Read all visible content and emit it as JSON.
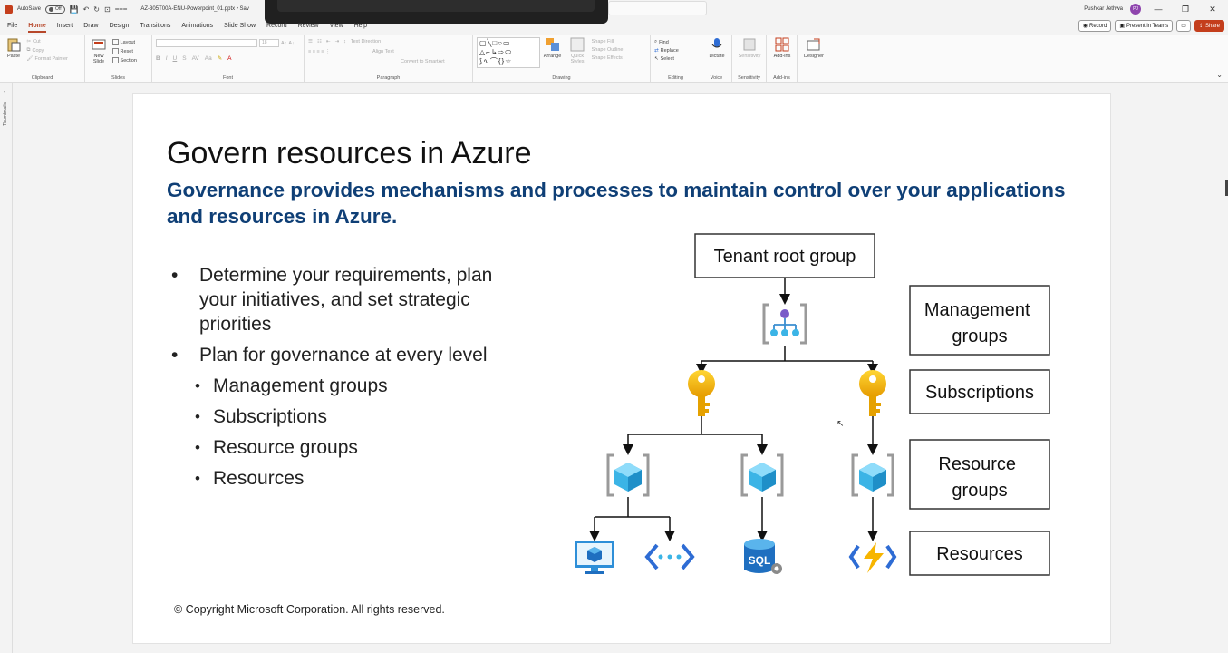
{
  "titlebar": {
    "autosave_label": "AutoSave",
    "autosave_state": "Off",
    "filename": "AZ-305T00A-ENU-Powerpoint_01.pptx • Sav",
    "user_name": "Pushkar Jethwa",
    "user_initials": "PJ"
  },
  "menu": {
    "tabs": [
      {
        "label": "File"
      },
      {
        "label": "Home"
      },
      {
        "label": "Insert"
      },
      {
        "label": "Draw"
      },
      {
        "label": "Design"
      },
      {
        "label": "Transitions"
      },
      {
        "label": "Animations"
      },
      {
        "label": "Slide Show"
      },
      {
        "label": "Record"
      },
      {
        "label": "Review"
      },
      {
        "label": "View"
      },
      {
        "label": "Help"
      }
    ],
    "active_tab": "Home",
    "record_label": "Record",
    "present_label": "Present in Teams",
    "share_label": "Share"
  },
  "ribbon": {
    "clipboard": {
      "label": "Clipboard",
      "paste": "Paste",
      "cut": "Cut",
      "copy": "Copy",
      "format_painter": "Format Painter"
    },
    "slides": {
      "label": "Slides",
      "new_slide": "New Slide",
      "layout": "Layout",
      "reset": "Reset",
      "section": "Section"
    },
    "font": {
      "label": "Font",
      "size": "18"
    },
    "paragraph": {
      "label": "Paragraph",
      "text_direction": "Text Direction",
      "align_text": "Align Text",
      "convert": "Convert to SmartArt"
    },
    "drawing": {
      "label": "Drawing",
      "arrange": "Arrange",
      "quick_styles": "Quick Styles",
      "shape_fill": "Shape Fill",
      "shape_outline": "Shape Outline",
      "shape_effects": "Shape Effects"
    },
    "editing": {
      "label": "Editing",
      "find": "Find",
      "replace": "Replace",
      "select": "Select"
    },
    "voice": {
      "label": "Voice",
      "dictate": "Dictate"
    },
    "sensitivity": {
      "label": "Sensitivity",
      "button": "Sensitivity"
    },
    "addins": {
      "label": "Add-ins",
      "button": "Add-ins"
    },
    "designer": {
      "button": "Designer"
    }
  },
  "thumbnails_label": "Thumbnails",
  "slide": {
    "title": "Govern resources in Azure",
    "subtitle": "Governance provides mechanisms and processes to maintain control over your applications and resources in Azure.",
    "bullets": [
      "Determine your requirements, plan your initiatives, and set strategic priorities",
      "Plan for governance at every level"
    ],
    "sub_bullets": [
      "Management groups",
      "Subscriptions",
      "Resource groups",
      "Resources"
    ],
    "copyright": "© Copyright Microsoft Corporation. All rights reserved.",
    "diagram": {
      "root": "Tenant root group",
      "levels": [
        "Management groups",
        "Subscriptions",
        "Resource groups",
        "Resources"
      ],
      "sql_label": "SQL",
      "colors": {
        "key": "#f5b400",
        "cube": "#3bb4e6",
        "mgmt": "#7a5cc8",
        "bolt": "#f7b500",
        "arrows": "#2e6cd4",
        "bracket": "#9a9a9a"
      }
    }
  }
}
